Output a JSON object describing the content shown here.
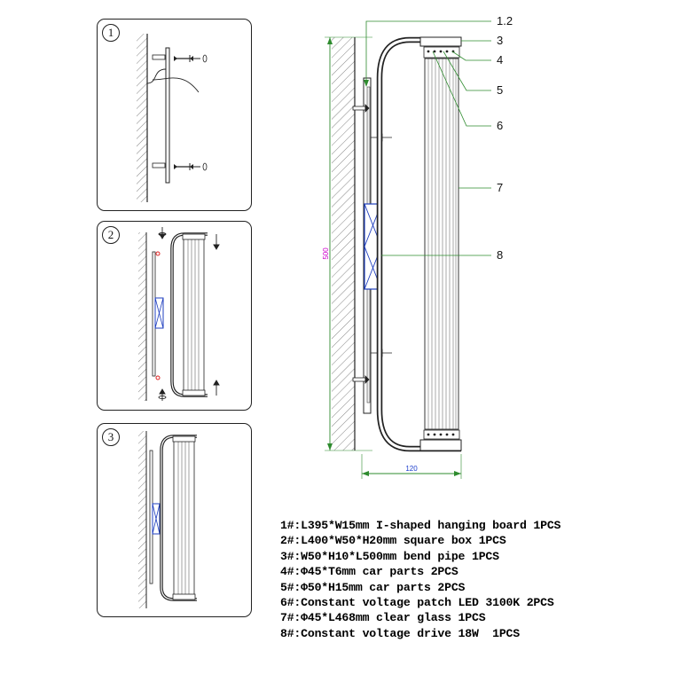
{
  "steps": [
    {
      "label": "1"
    },
    {
      "label": "2"
    },
    {
      "label": "3"
    }
  ],
  "dimensions": {
    "height": "500",
    "width": "120"
  },
  "callouts": [
    "1.2",
    "3",
    "4",
    "5",
    "6",
    "7",
    "8"
  ],
  "parts": [
    "1#:L395*W15mm I-shaped hanging board 1PCS",
    "2#:L400*W50*H20mm square box 1PCS",
    "3#:W50*H10*L500mm bend pipe 1PCS",
    "4#:Φ45*T6mm car parts 2PCS",
    "5#:Φ50*H15mm car parts 2PCS",
    "6#:Constant voltage patch LED 3100K 2PCS",
    "7#:Φ45*L468mm clear glass 1PCS",
    "8#:Constant voltage drive 18W  1PCS"
  ],
  "colors": {
    "dimension_line": "#2e8b2e",
    "height_text": "#cc00cc",
    "width_text": "#1a3ccc",
    "driver_box": "#1f3fbf",
    "wall_hatch": "#555555"
  }
}
